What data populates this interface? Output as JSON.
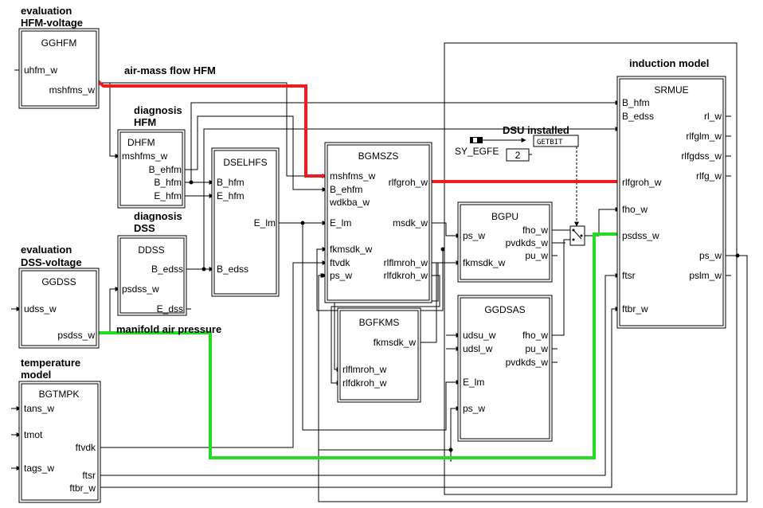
{
  "colors": {
    "hfm_path": "#ee1c1c",
    "dss_path": "#22dd22",
    "line": "#000000"
  },
  "section_labels": {
    "eval_hfm_1": "evaluation",
    "eval_hfm_2": "HFM-voltage",
    "air_mass_flow": "air-mass flow HFM",
    "diag_hfm_1": "diagnosis",
    "diag_hfm_2": "HFM",
    "diag_dss_1": "diagnosis",
    "diag_dss_2": "DSS",
    "eval_dss_1": "evaluation",
    "eval_dss_2": "DSS-voltage",
    "manifold": "manifold air pressure",
    "temp_1": "temperature",
    "temp_2": "model",
    "induction": "induction model",
    "dsu": "DSU installed"
  },
  "blocks": {
    "gghfm": {
      "title": "GGHFM",
      "ports": {
        "uhfm_w": "uhfm_w",
        "mshfms_w": "mshfms_w"
      }
    },
    "dhfm": {
      "title": "DHFM",
      "ports": {
        "mshfms_w": "mshfms_w",
        "b_ehfm": "B_ehfm",
        "b_hfm": "B_hfm",
        "e_hfm": "E_hfm"
      }
    },
    "dselhfs": {
      "title": "DSELHFS",
      "ports": {
        "b_hfm": "B_hfm",
        "e_hfm": "E_hfm",
        "e_lm": "E_lm",
        "b_edss": "B_edss"
      }
    },
    "ddss": {
      "title": "DDSS",
      "ports": {
        "b_edss": "B_edss",
        "psdss_w": "psdss_w",
        "e_dss": "E_dss"
      }
    },
    "ggdss": {
      "title": "GGDSS",
      "ports": {
        "udss_w": "udss_w",
        "psdss_w": "psdss_w"
      }
    },
    "bgtmpk": {
      "title": "BGTMPK",
      "ports": {
        "tans_w": "tans_w",
        "tmot": "tmot",
        "ftvdk": "ftvdk",
        "tags_w": "tags_w",
        "ftsr": "ftsr",
        "ftbr_w": "ftbr_w"
      }
    },
    "bgmszs": {
      "title": "BGMSZS",
      "ports": {
        "mshfms_w": "mshfms_w",
        "rlfgroh_w": "rlfgroh_w",
        "b_ehfm": "B_ehfm",
        "wdkba_w": "wdkba_w",
        "e_lm": "E_lm",
        "msdk_w": "msdk_w",
        "fkmsdk_w": "fkmsdk_w",
        "ftvdk": "ftvdk",
        "rlflmroh_w": "rlflmroh_w",
        "ps_w": "ps_w",
        "rlfdkroh_w": "rlfdkroh_w"
      }
    },
    "bgfkms": {
      "title": "BGFKMS",
      "ports": {
        "fkmsdk_w": "fkmsdk_w",
        "rlflmroh_w": "rlflmroh_w",
        "rlfdkroh_w": "rlfdkroh_w"
      }
    },
    "bgpu": {
      "title": "BGPU",
      "ports": {
        "fho_w": "fho_w",
        "ps_w": "ps_w",
        "pvdkds_w": "pvdkds_w",
        "pu_w": "pu_w",
        "fkmsdk_w": "fkmsdk_w"
      }
    },
    "ggdsas": {
      "title": "GGDSAS",
      "ports": {
        "udsu_w": "udsu_w",
        "fho_w": "fho_w",
        "udsl_w": "udsl_w",
        "pu_w": "pu_w",
        "pvdkds_w": "pvdkds_w",
        "e_lm": "E_lm",
        "ps_w": "ps_w"
      }
    },
    "srmue": {
      "title": "SRMUE",
      "ports": {
        "b_hfm": "B_hfm",
        "b_edss": "B_edss",
        "rl_w": "rl_w",
        "rlfglm_w": "rlfglm_w",
        "rlfgdss_w": "rlfgdss_w",
        "rlfg_w": "rlfg_w",
        "rlfgroh_w": "rlfgroh_w",
        "fho_w": "fho_w",
        "psdss_w": "psdss_w",
        "ps_w": "ps_w",
        "ftsr": "ftsr",
        "pslm_w": "pslm_w",
        "ftbr_w": "ftbr_w"
      }
    }
  },
  "dsu": {
    "signal": "SY_EGFE",
    "bit": "2",
    "gate": "GETBIT"
  }
}
